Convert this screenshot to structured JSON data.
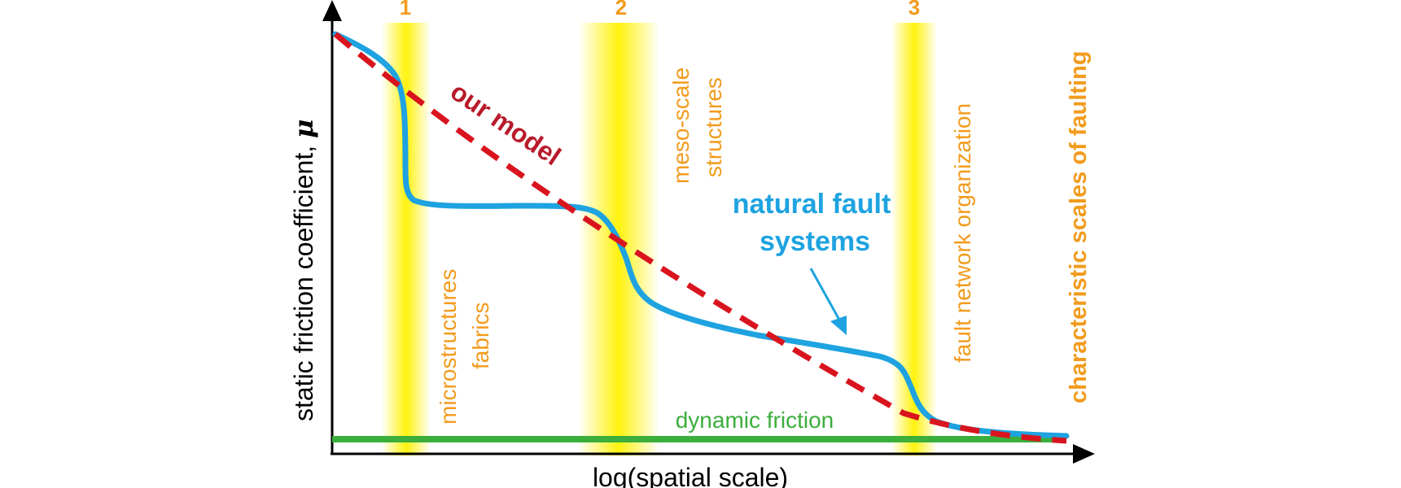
{
  "axes": {
    "y_label": "static friction coefficient, ",
    "y_symbol": "μ",
    "x_label": "log(spatial scale)"
  },
  "scale_markers": [
    {
      "number": "1",
      "label_lines": [
        "microstructures",
        "fabrics"
      ]
    },
    {
      "number": "2",
      "label_lines": [
        "meso-scale",
        "structures"
      ]
    },
    {
      "number": "3",
      "label_lines": [
        "fault network organization"
      ]
    }
  ],
  "side_title": "characteristic scales of faulting",
  "curves": {
    "model_label": "our model",
    "natural_label_line1": "natural fault",
    "natural_label_line2": "systems",
    "dynamic_label": "dynamic friction"
  },
  "colors": {
    "natural": "#1ea3e0",
    "model": "#d9141e",
    "dynamic": "#3cae3c",
    "scale_text": "#f29b1d",
    "band": "#fff200"
  }
}
